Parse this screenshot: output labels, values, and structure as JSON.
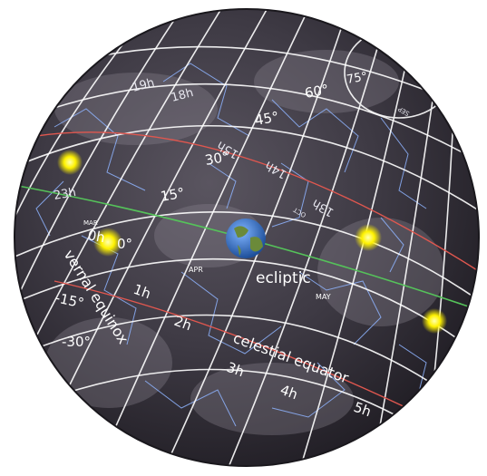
{
  "colors": {
    "sky_dark": "#2b2830",
    "sky_mid": "#4a4550",
    "grid": "#ffffff",
    "constellation": "#8fb4ff",
    "ecliptic": "#55c25a",
    "celestial_equator": "#e0574f",
    "sun": "#fff200",
    "earth_blue": "#3f7fd1",
    "earth_land": "#6b8a3a"
  },
  "labels": {
    "vernal_equinox": "vernal equinox",
    "ecliptic": "ecliptic",
    "celestial_equator": "celestial equator",
    "zero_deg": "0°",
    "dec_15": "15°",
    "dec_30": "30°",
    "dec_45": "45°",
    "dec_60": "60°",
    "dec_75": "75°",
    "dec_m15": "-15°",
    "dec_m30": "-30°",
    "ra_0h": "0h",
    "ra_1h": "1h",
    "ra_2h": "2h",
    "ra_3h": "3h",
    "ra_4h": "4h",
    "ra_5h": "5h",
    "ra_23h": "23h",
    "ra_19h": "19h",
    "ra_18h": "18h",
    "ra_15h": "15h",
    "ra_14h": "14h",
    "ra_13h": "13h",
    "month_apr": "APR",
    "month_may": "MAY",
    "month_mar": "MAR",
    "month_oct": "OCT",
    "month_sep": "SEP"
  }
}
